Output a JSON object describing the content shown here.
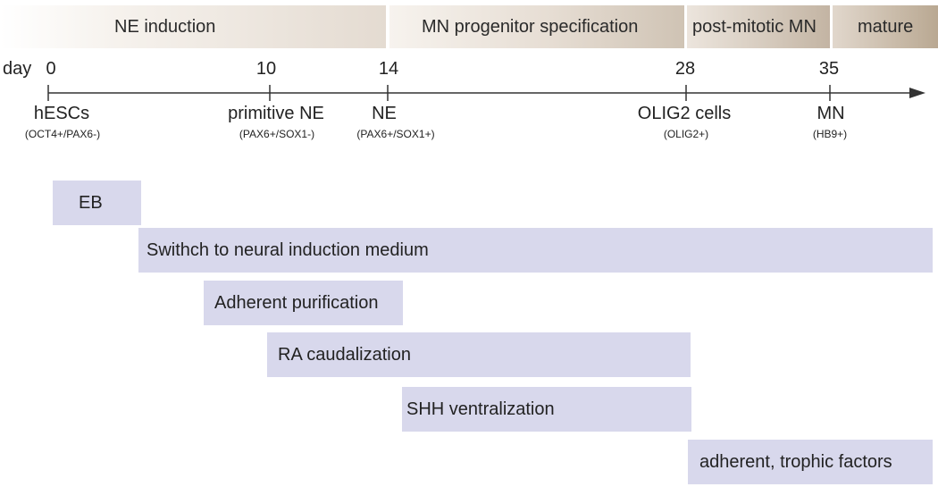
{
  "stages": [
    {
      "label": "NE induction"
    },
    {
      "label": "MN progenitor specification"
    },
    {
      "label": "post-mitotic MN"
    },
    {
      "label": "mature"
    }
  ],
  "axis": {
    "unit_label": "day",
    "ticks": [
      {
        "day": "0",
        "cell": "hESCs",
        "marker": "(OCT4+/PAX6-)"
      },
      {
        "day": "10",
        "cell": "primitive NE",
        "marker": "(PAX6+/SOX1-)"
      },
      {
        "day": "14",
        "cell": "NE",
        "marker": "(PAX6+/SOX1+)"
      },
      {
        "day": "28",
        "cell": "OLIG2 cells",
        "marker": "(OLIG2+)"
      },
      {
        "day": "35",
        "cell": "MN",
        "marker": "(HB9+)"
      }
    ]
  },
  "steps": [
    {
      "label": "EB"
    },
    {
      "label": "Swithch to neural induction medium"
    },
    {
      "label": "Adherent purification"
    },
    {
      "label": "RA caudalization"
    },
    {
      "label": "SHH ventralization"
    },
    {
      "label": "adherent, trophic factors"
    }
  ],
  "colors": {
    "step_fill": "#d8d8ec",
    "stage_band": "#d3c7b9",
    "axis_line": "#333333"
  }
}
